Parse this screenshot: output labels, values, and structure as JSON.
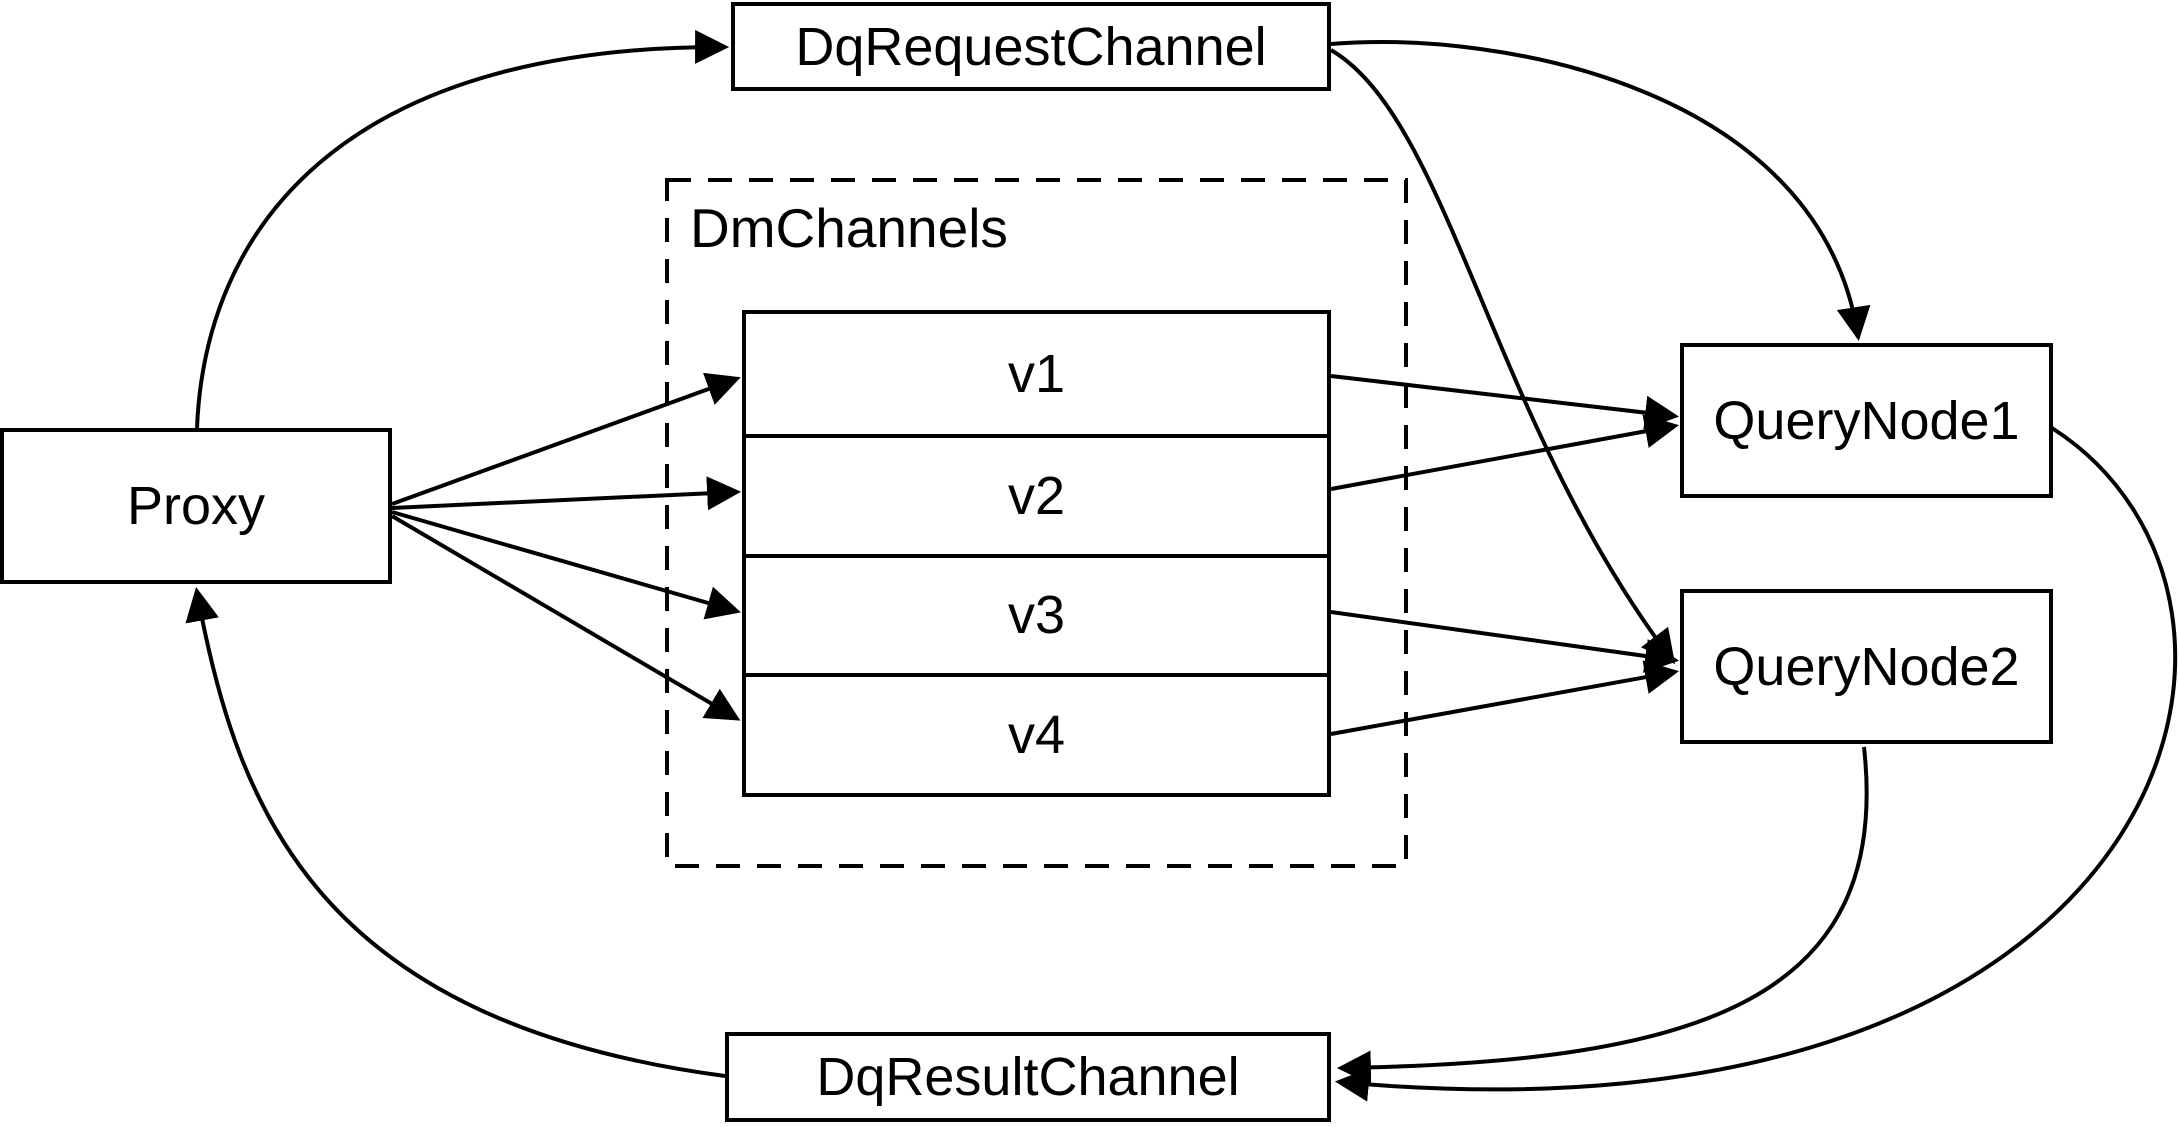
{
  "canvas": {
    "background": "#ffffff",
    "stroke_color": "#000000"
  },
  "nodes": {
    "proxy": {
      "label": "Proxy"
    },
    "dq_request_channel": {
      "label": "DqRequestChannel"
    },
    "dm_channels": {
      "label": "DmChannels",
      "channels": [
        "v1",
        "v2",
        "v3",
        "v4"
      ]
    },
    "query_node1": {
      "label": "QueryNode1"
    },
    "query_node2": {
      "label": "QueryNode2"
    },
    "dq_result_channel": {
      "label": "DqResultChannel"
    }
  },
  "edges": [
    {
      "from": "Proxy",
      "to": "DqRequestChannel"
    },
    {
      "from": "Proxy",
      "to": "v1"
    },
    {
      "from": "Proxy",
      "to": "v2"
    },
    {
      "from": "Proxy",
      "to": "v3"
    },
    {
      "from": "Proxy",
      "to": "v4"
    },
    {
      "from": "v1",
      "to": "QueryNode1"
    },
    {
      "from": "v2",
      "to": "QueryNode1"
    },
    {
      "from": "v3",
      "to": "QueryNode2"
    },
    {
      "from": "v4",
      "to": "QueryNode2"
    },
    {
      "from": "DqRequestChannel",
      "to": "QueryNode1"
    },
    {
      "from": "DqRequestChannel",
      "to": "QueryNode2"
    },
    {
      "from": "QueryNode1",
      "to": "DqResultChannel"
    },
    {
      "from": "QueryNode2",
      "to": "DqResultChannel"
    },
    {
      "from": "DqResultChannel",
      "to": "Proxy"
    }
  ]
}
